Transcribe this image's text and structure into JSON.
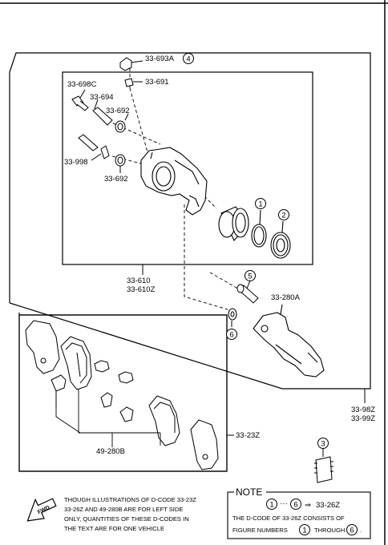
{
  "labels": {
    "p693a": "33-693A",
    "p693a_circle": "4",
    "p691": "33-691",
    "p698c": "33-698C",
    "p694": "33-694",
    "p692_top": "33-692",
    "p998": "33-998",
    "p692_bot": "33-692",
    "c1": "1",
    "c2": "2",
    "p610": "33-610",
    "p610z": "33-610Z",
    "c5": "5",
    "p280a": "33-280A",
    "c6": "6",
    "p98z": "33-98Z",
    "p99z": "33-99Z",
    "p23z": "33-23Z",
    "p280b": "49-280B",
    "c3": "3",
    "fwd": "FWD"
  },
  "footnote": {
    "line1": "THOUGH ILLUSTRATIONS OF D-CODE 33-23Z",
    "line2": "33-26Z  AND 49-280B  ARE FOR LEFT SIDE",
    "line3": "ONLY, QUANTITIES OF THESE D-CODES IN",
    "line4": "THE TEXT ARE FOR ONE VEHICLE"
  },
  "note": {
    "title": "NOTE",
    "r1_a": "1",
    "r1_dots": "···",
    "r1_b": "6",
    "r1_arrow": "⇒",
    "r1_code": "33-26Z",
    "r2": "THE D-CODE OF   33-26Z   CONSISTS OF",
    "r3_a": "FIGURE NUMBERS",
    "r3_c1": "1",
    "r3_b": "THROUGH",
    "r3_c2": "6",
    "r3_end": "."
  }
}
